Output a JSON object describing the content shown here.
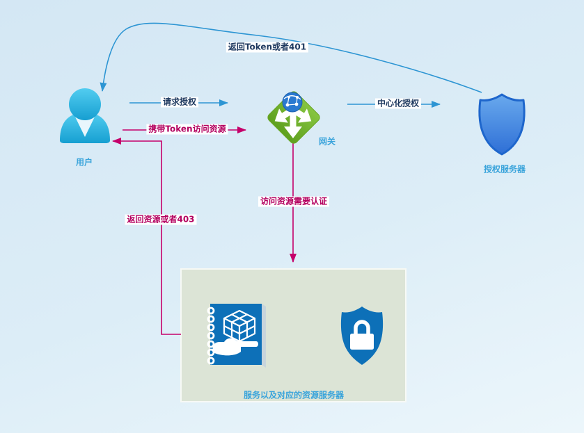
{
  "diagram": {
    "title": "Gateway centralized authorization flow",
    "nodes": {
      "user": {
        "label": "用户",
        "icon": "person-icon"
      },
      "gateway": {
        "label": "网关",
        "icon": "gateway-diamond-icon"
      },
      "auth_server": {
        "label": "授权服务器",
        "icon": "shield-icon"
      },
      "resource_box": {
        "label": "服务以及对应的资源服务器",
        "icons": [
          "service-catalog-book-icon",
          "shield-lock-icon"
        ]
      }
    },
    "edges": {
      "return_token": {
        "label": "返回Token或者401",
        "from": "auth_server",
        "to": "user",
        "style": "curved",
        "color_key": "flow_blue"
      },
      "request_auth": {
        "label": "请求授权",
        "from": "user",
        "to": "gateway",
        "style": "straight",
        "color_key": "flow_blue"
      },
      "central_auth": {
        "label": "中心化授权",
        "from": "gateway",
        "to": "auth_server",
        "style": "straight",
        "color_key": "flow_blue"
      },
      "token_access": {
        "label": "携带Token访问资源",
        "from": "user",
        "to": "gateway",
        "style": "straight",
        "color_key": "flow_magenta"
      },
      "access_needs_auth": {
        "label": "访问资源需要认证",
        "from": "gateway",
        "to": "resource_box",
        "style": "straight",
        "color_key": "flow_magenta"
      },
      "return_resource": {
        "label": "返回资源或者403",
        "from": "resource_box",
        "to": "user",
        "style": "elbow",
        "color_key": "flow_magenta"
      }
    },
    "colors": {
      "flow_blue": "#2d95d3",
      "flow_magenta": "#c5006a",
      "edge_label_blue": "#1f3a60",
      "edge_label_magenta": "#b4005f",
      "node_label_blue": "#3aa4db",
      "gateway_green": "#76b82a",
      "icon_blue": "#0d70b8",
      "shield_blue": "#3b82dd",
      "user_cyan": "#2ab4e0",
      "resource_box_fill": "#dce4d6",
      "background": "#d9eaf5"
    }
  }
}
